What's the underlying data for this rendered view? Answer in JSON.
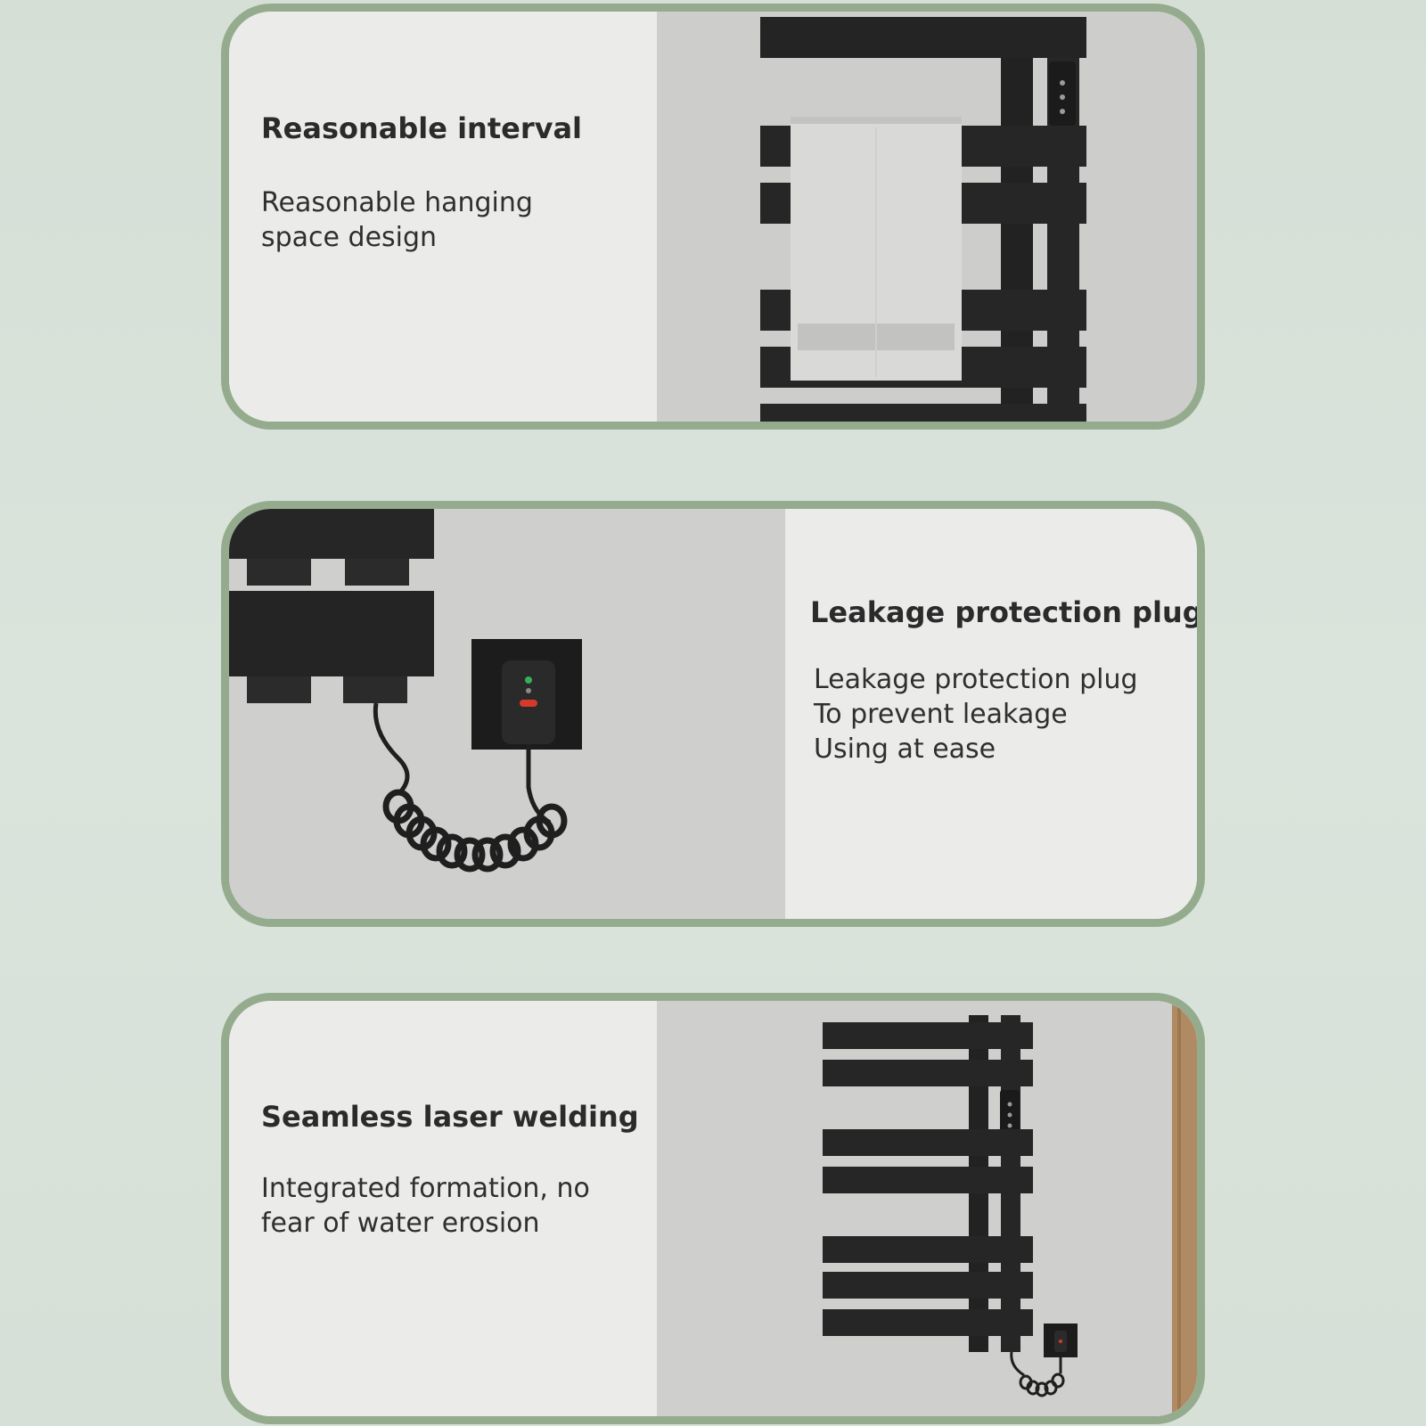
{
  "features": [
    {
      "title": "Reasonable interval",
      "desc_lines": [
        "Reasonable hanging",
        "space design"
      ]
    },
    {
      "title": "Leakage protection plug",
      "desc_lines": [
        "Leakage protection plug",
        "To prevent leakage",
        "Using at ease"
      ]
    },
    {
      "title": "Seamless laser welding",
      "desc_lines": [
        "Integrated formation, no",
        "fear of water erosion"
      ]
    }
  ],
  "colors": {
    "background": "#d7e1d8",
    "card_border": "#94ac8d",
    "panel": "#ebebe9",
    "rail": "#262626"
  },
  "icons": [
    "towel-rail-image",
    "leakage-plug-image",
    "welded-rail-image"
  ]
}
